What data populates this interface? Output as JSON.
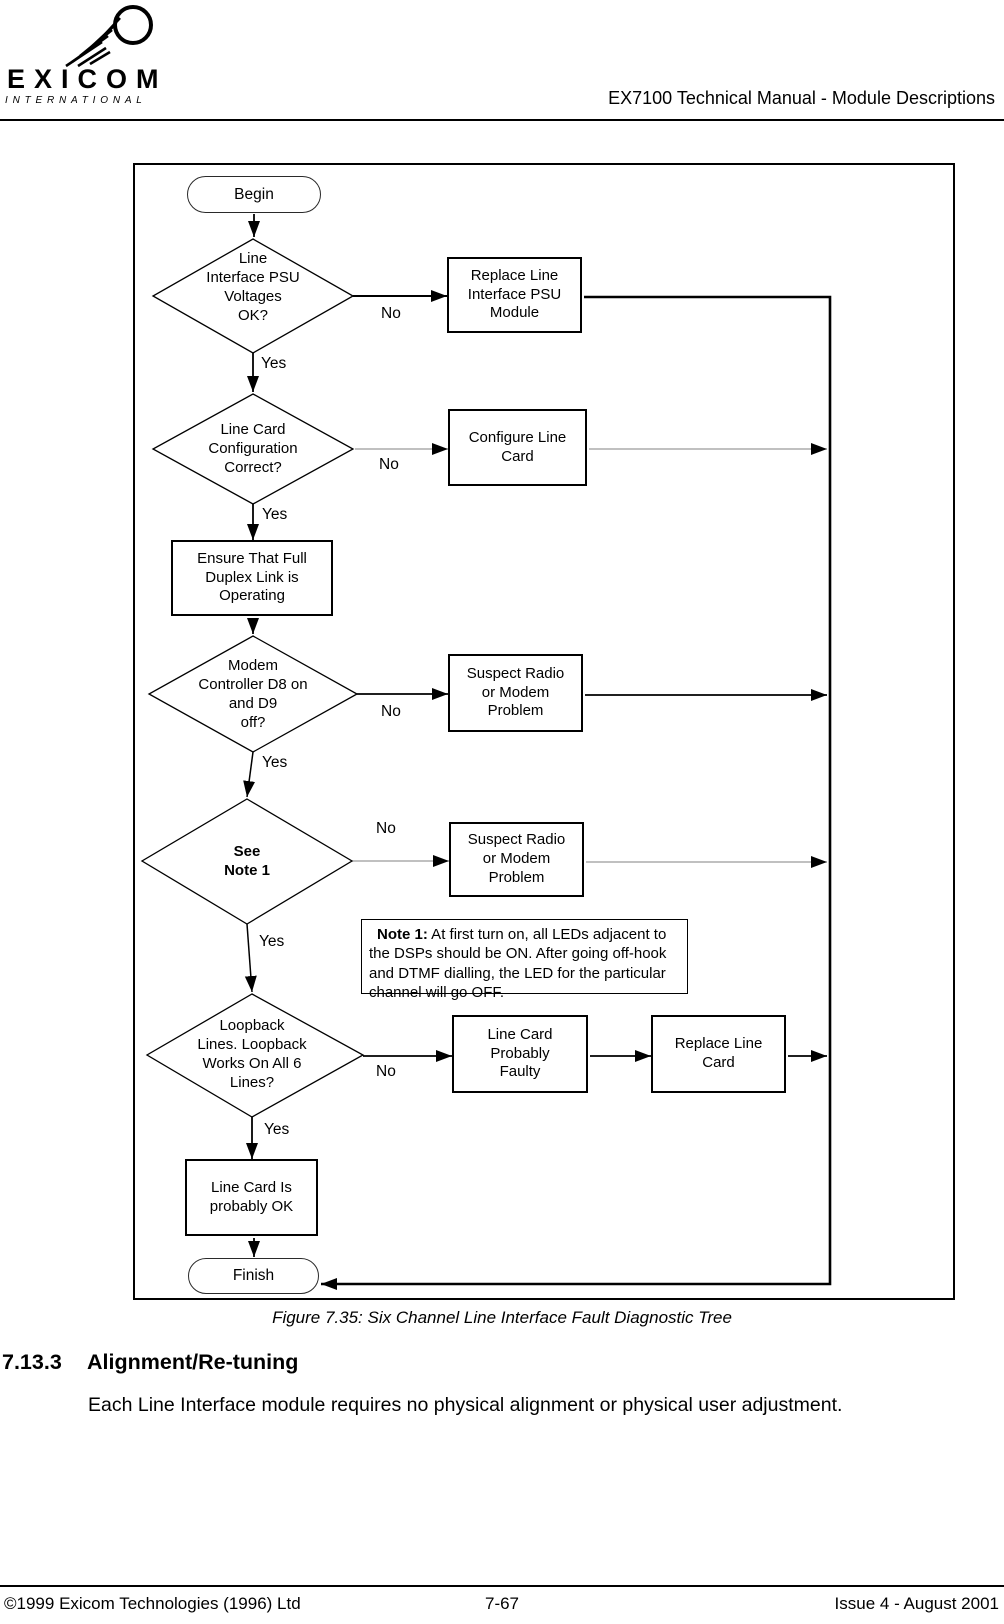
{
  "header": {
    "brand": "EXICOM",
    "brand_sub": "INTERNATIONAL",
    "title": "EX7100 Technical Manual - Module Descriptions"
  },
  "flowchart": {
    "begin": "Begin",
    "finish": "Finish",
    "labels": {
      "yes": "Yes",
      "no": "No"
    },
    "d1": "Line\nInterface PSU\nVoltages\nOK?",
    "box_replace_psu": "Replace Line\nInterface PSU\nModule",
    "d2": "Line Card\nConfiguration\nCorrect?",
    "box_configure": "Configure Line\nCard",
    "box_ensure": "Ensure That Full\nDuplex Link is\nOperating",
    "d3": "Modem\nController D8 on\nand D9\noff?",
    "box_suspect1": "Suspect Radio\nor Modem\nProblem",
    "d4": "See\nNote 1",
    "box_suspect2": "Suspect Radio\nor Modem\nProblem",
    "note_label": "Note 1:",
    "note_text": " At first turn on, all LEDs adjacent to the DSPs should be ON. After going off-hook and DTMF dialling, the LED for the particular channel will go OFF.",
    "d5": "Loopback\nLines. Loopback\nWorks On All 6\nLines?",
    "box_faulty": "Line Card\nProbably\nFaulty",
    "box_replace_card": "Replace Line\nCard",
    "box_ok": "Line Card Is\nprobably OK"
  },
  "caption": "Figure 7.35: Six Channel Line Interface Fault Diagnostic Tree",
  "section": {
    "number": "7.13.3",
    "title": "Alignment/Re-tuning",
    "body": "Each Line Interface module requires no physical alignment or physical user adjustment."
  },
  "footer": {
    "left": "©1999 Exicom Technologies (1996) Ltd",
    "center": "7-67",
    "right": "Issue 4 - August 2001"
  }
}
